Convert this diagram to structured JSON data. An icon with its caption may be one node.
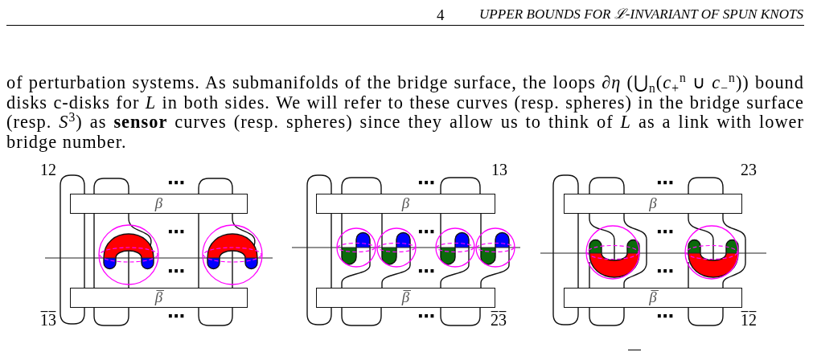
{
  "diagram": {
    "nodes": [
      {
        "text": [
          "β"
        ]
      },
      {
        "text": [
          "β̅"
        ]
      },
      {
        "text": [
          "β"
        ]
      },
      {
        "text": [
          "β̅"
        ]
      },
      {
        "text": [
          "β"
        ]
      },
      {
        "text": [
          "β̅"
        ]
      }
    ],
    "labels": [
      "4",
      "UPPER BOUNDS FOR ℒ-INVARIANT OF SPUN KNOTS",
      "of perturbation systems. As submanifolds of the bridge surface, the loops ∂*η* (⋃$_{n}$(*c*$_{+}$$^{n}$ ∪ *c*$_{−}$$^{n}$)) bound disks c-disks for *L* in both sides. We will refer to these curves (resp. spheres) in the bridge surface (resp. *S*$^{3}$) as **sensor** curves (resp. spheres) since they allow us to think of *L* as a link with lower bridge number.",
      "12",
      "⋯",
      "⋯",
      "⋯",
      "⋯",
      "1̅3̅",
      "13",
      "⋯",
      "⋯",
      "⋯",
      "⋯",
      "2̅3̅",
      "23",
      "⋯",
      "⋯",
      "⋯",
      "⋯",
      "1̅2̅"
    ]
  }
}
